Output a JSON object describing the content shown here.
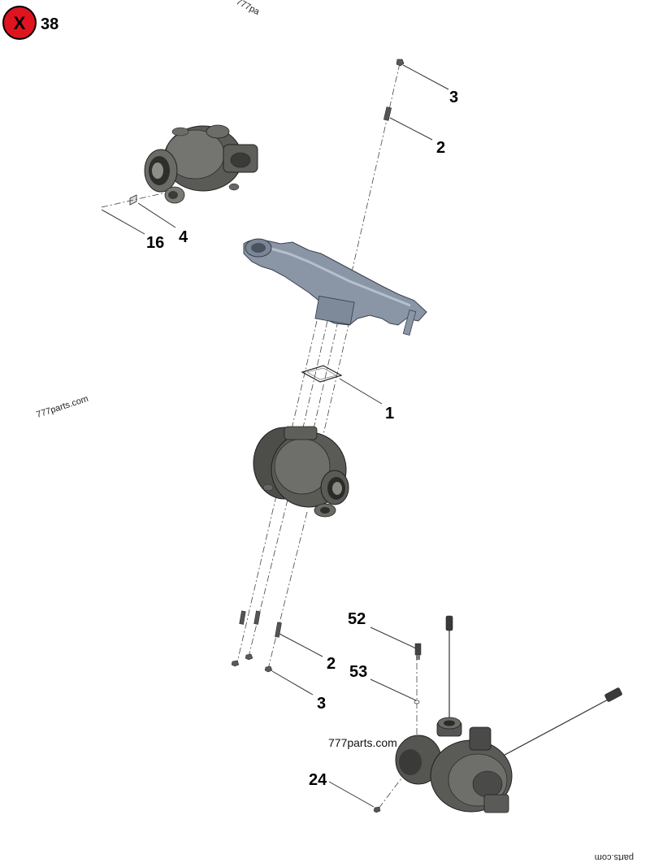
{
  "header": {
    "badge_letter": "X",
    "page_number": "38",
    "badge_color": "#e0141e"
  },
  "watermarks": {
    "top": "777pa",
    "left": "777parts.com",
    "center": "777parts.com",
    "bottom_right": "parts.com"
  },
  "callouts": {
    "c3_top": "3",
    "c2_top": "2",
    "c4": "4",
    "c16": "16",
    "c1": "1",
    "c52": "52",
    "c2_bottom": "2",
    "c53": "53",
    "c3_bottom": "3",
    "c24": "24"
  },
  "colors": {
    "turbo_dark": "#4a4a48",
    "turbo_mid": "#6e6e6a",
    "turbo_light": "#9a9a94",
    "manifold": "#8a96a6",
    "manifold_light": "#b5c0cc"
  }
}
